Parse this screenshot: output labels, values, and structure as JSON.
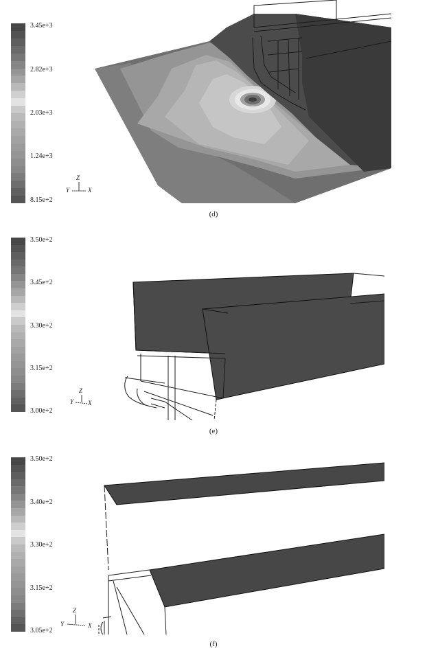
{
  "panels": [
    {
      "caption": "(d)",
      "ticks": [
        "3.45e+3",
        "2.82e+3",
        "2.03e+3",
        "1.24e+3",
        "8.15e+2"
      ],
      "axes": {
        "z": "Z",
        "y": "Y",
        "x": "X"
      }
    },
    {
      "caption": "(e)",
      "ticks": [
        "3.50e+2",
        "3.45e+2",
        "3.30e+2",
        "3.15e+2",
        "3.00e+2"
      ],
      "axes": {
        "z": "Z",
        "y": "Y",
        "x": "X"
      }
    },
    {
      "caption": "(f)",
      "ticks": [
        "3.50e+2",
        "3.40e+2",
        "3.30e+2",
        "3.15e+2",
        "3.05e+2"
      ],
      "axes": {
        "z": "Z",
        "y": "Y",
        "x": "X"
      }
    }
  ],
  "colorbar_bands": [
    "#474747",
    "#525252",
    "#5e5e5e",
    "#6a6a6a",
    "#777777",
    "#858585",
    "#959595",
    "#a6a6a6",
    "#b9b9b9",
    "#cfcfcf",
    "#e3e3e3",
    "#cacaca",
    "#bababa",
    "#b1b1b1",
    "#a9a9a9",
    "#a2a2a2",
    "#9b9b9b",
    "#959595",
    "#8e8e8e",
    "#878787",
    "#7c7c7c",
    "#6e6e6e",
    "#616161",
    "#555555"
  ]
}
